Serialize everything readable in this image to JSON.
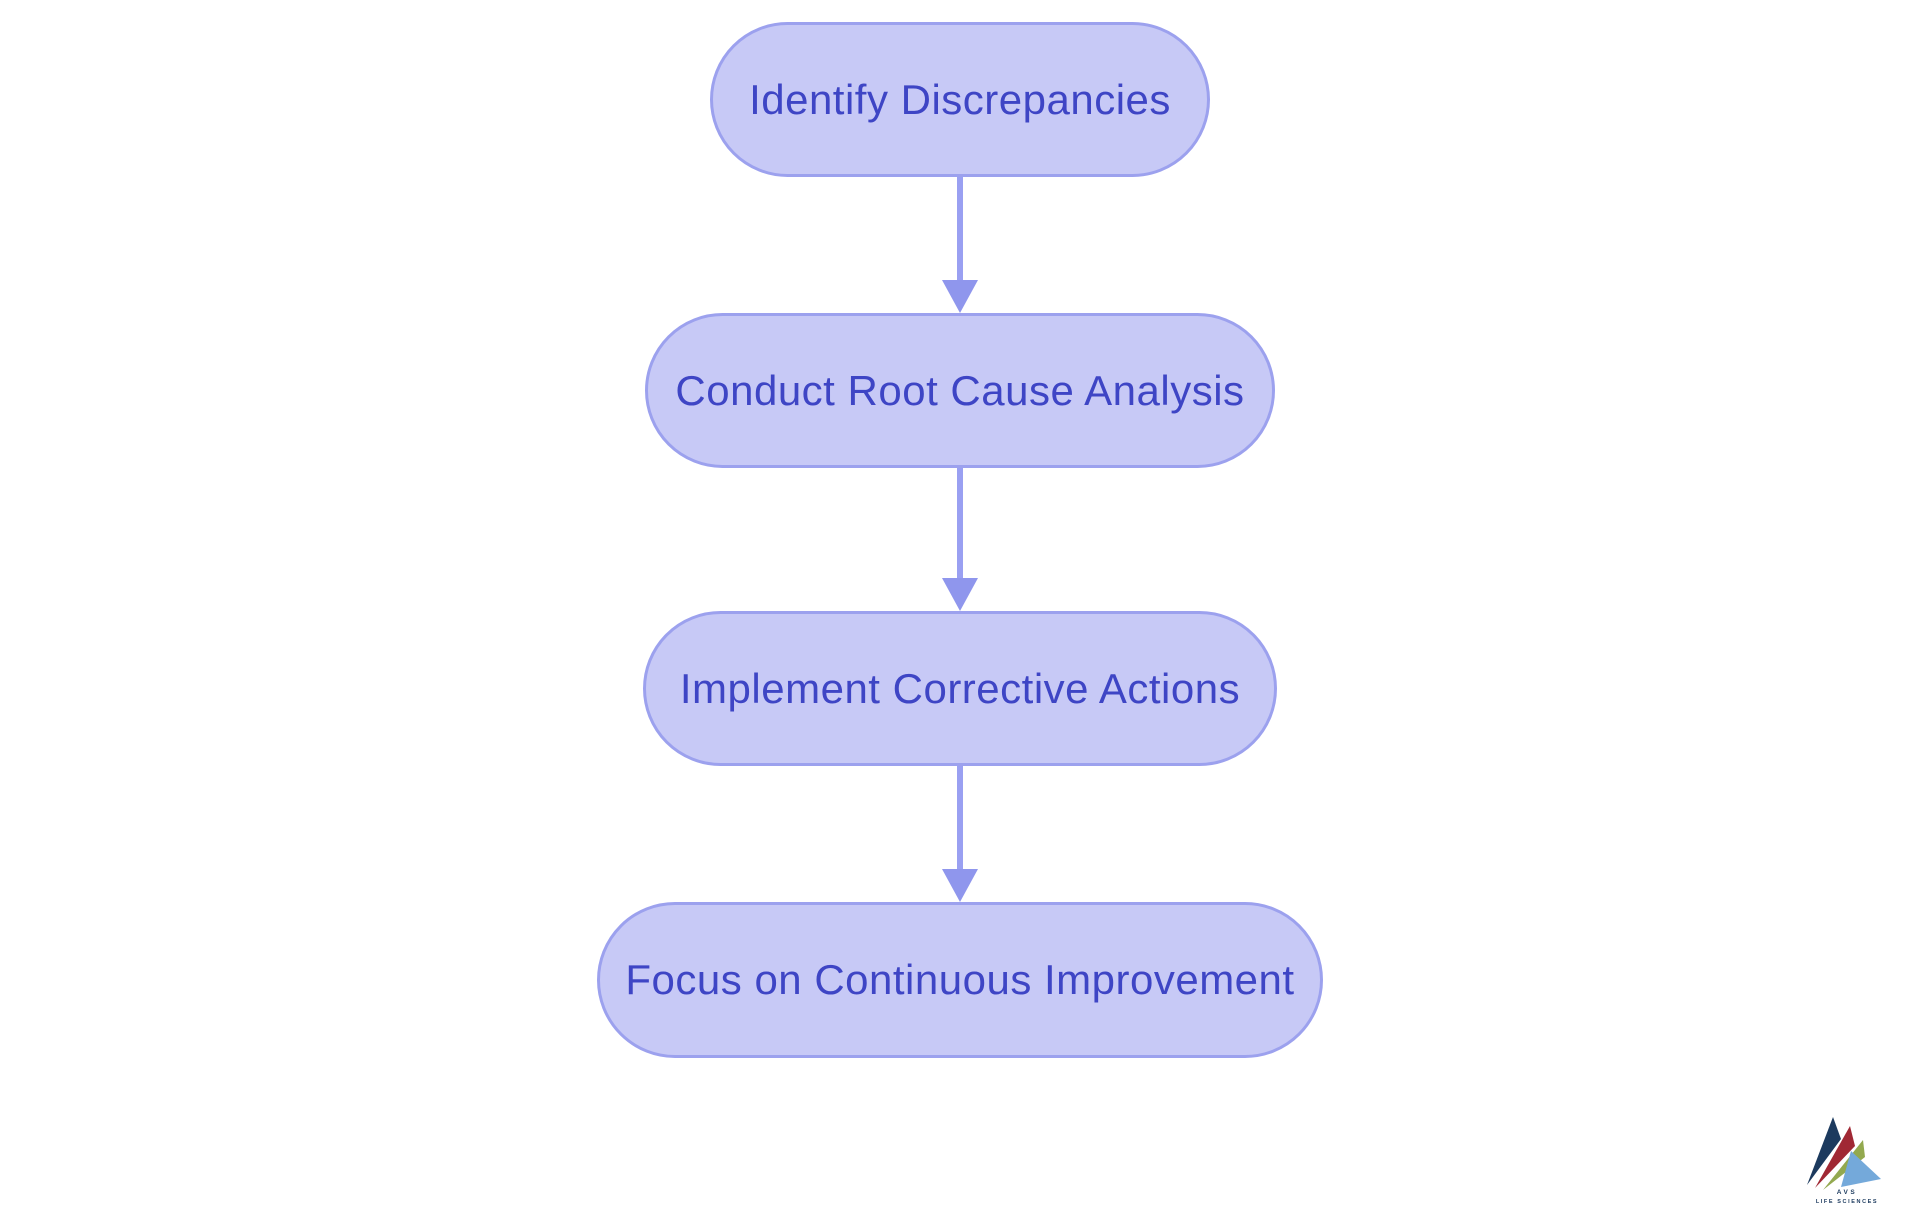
{
  "diagram": {
    "type": "flowchart",
    "direction": "top-down",
    "nodes": [
      {
        "id": "identify-discrepancies",
        "label": "Identify Discrepancies"
      },
      {
        "id": "conduct-root-cause-analysis",
        "label": "Conduct Root Cause Analysis"
      },
      {
        "id": "implement-corrective-actions",
        "label": "Implement Corrective Actions"
      },
      {
        "id": "focus-on-continuous-improvement",
        "label": "Focus on Continuous Improvement"
      }
    ],
    "edges": [
      {
        "from": "identify-discrepancies",
        "to": "conduct-root-cause-analysis"
      },
      {
        "from": "conduct-root-cause-analysis",
        "to": "implement-corrective-actions"
      },
      {
        "from": "implement-corrective-actions",
        "to": "focus-on-continuous-improvement"
      }
    ],
    "colors": {
      "background": "#FFFFFF",
      "node_fill": "#C7C9F6",
      "node_border": "#9CA1EE",
      "node_text": "#3E45C5",
      "arrow_shaft": "#9AA0F2",
      "arrow_head": "#8F96ED"
    }
  },
  "logo": {
    "brand": "AVS",
    "tagline": "LIFE SCIENCES",
    "colors": {
      "navy": "#1C3A5E",
      "red": "#A02834",
      "green": "#93A94F",
      "light_blue": "#74A9DA",
      "text": "#1C3A5E"
    }
  }
}
